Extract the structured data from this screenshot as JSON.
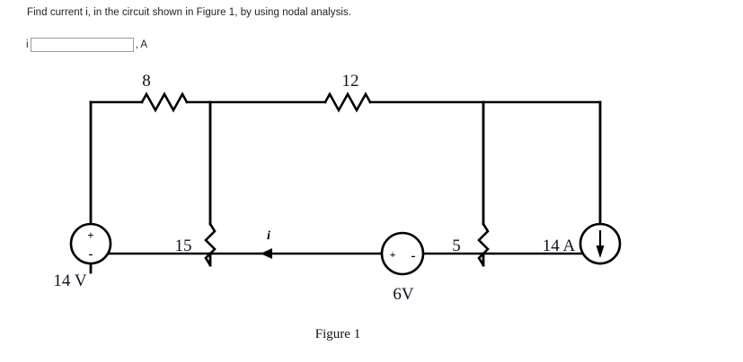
{
  "question": {
    "text": "Find current i, in the circuit shown in Figure 1, by using nodal analysis."
  },
  "answer": {
    "variable_label": "i",
    "value": "",
    "placeholder": "",
    "unit_label": ", A"
  },
  "figure": {
    "caption": "Figure 1",
    "current_label": "i",
    "components": {
      "r_top_left": {
        "name": "resistor-8",
        "label": "8"
      },
      "r_top_right": {
        "name": "resistor-12",
        "label": "12"
      },
      "r_mid_left": {
        "name": "resistor-15",
        "label": "15"
      },
      "r_mid_right": {
        "name": "resistor-5",
        "label": "5"
      },
      "v_left": {
        "name": "voltage-source-14v",
        "label": "14 V",
        "plus": "+",
        "minus": "-"
      },
      "v_bottom": {
        "name": "voltage-source-6v",
        "label": "6V",
        "plus": "+",
        "minus": "-"
      },
      "i_right": {
        "name": "current-source-14a",
        "label": "14 A"
      }
    }
  },
  "colors": {
    "wire": "#000000",
    "label": "#101020",
    "input_border": "#9a9a9a",
    "text": "#222222"
  }
}
